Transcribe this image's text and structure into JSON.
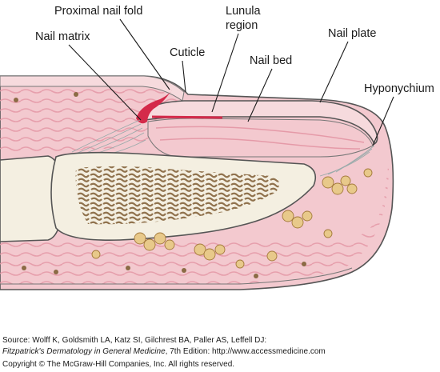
{
  "labels": {
    "proximal_nail_fold": "Proximal nail fold",
    "nail_matrix": "Nail matrix",
    "cuticle": "Cuticle",
    "lunula_line1": "Lunula",
    "lunula_line2": "region",
    "nail_plate": "Nail plate",
    "nail_bed": "Nail bed",
    "hyponychium": "Hyponychium"
  },
  "source": {
    "line1": "Source: Wolff K, Goldsmith LA, Katz SI, Gilchrest BA, Paller AS, Leffell DJ:",
    "line2_italic": "Fitzpatrick's Dermatology in General Medicine",
    "line2_rest": ", 7th Edition: http://www.accessmedicine.com",
    "copyright": "Copyright © The McGraw-Hill Companies, Inc. All rights reserved."
  },
  "colors": {
    "skin_pink": "#f3c9cf",
    "dermis_stripe": "#e59aa8",
    "nail_pink": "#f6dadd",
    "bone": "#f4efe1",
    "bone_marrow": "#8b6b45",
    "fat_lobule": "#e8c98a",
    "matrix_red": "#d42a4a",
    "outline": "#555555"
  }
}
